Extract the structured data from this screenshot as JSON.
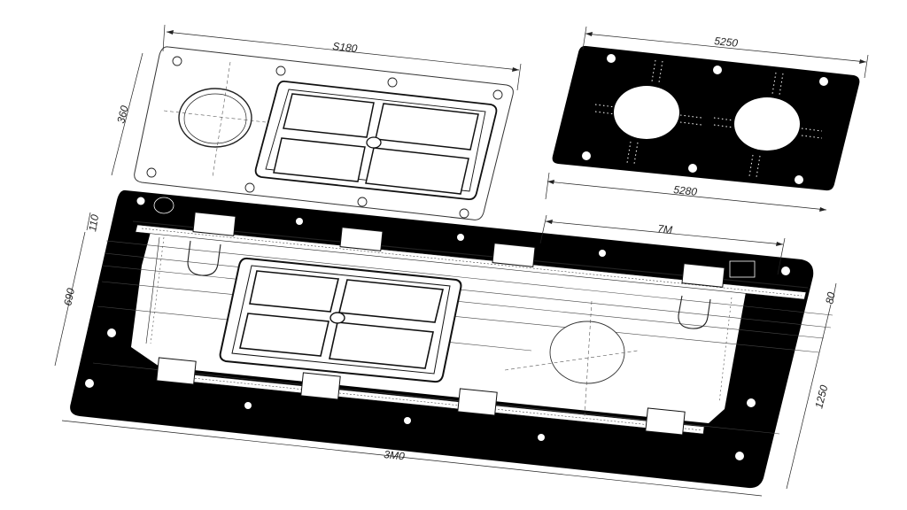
{
  "drawing": {
    "type": "exploded technical drawing of rectangular plate assembly",
    "colors": {
      "background": "#ffffff",
      "ink": "#111111",
      "plate_fill": "#000000",
      "light_plate": "#ffffff"
    }
  },
  "dimensions": {
    "top_plate_width": "S180",
    "top_plate_height": "360",
    "black_plate_top_width": "5250",
    "black_plate_bottom_width": "5280",
    "base_segment_width": "7M",
    "base_top_offset": "110",
    "base_inner_height": "690",
    "base_right_offset": "80",
    "base_right_height": "1250",
    "base_total_width": "3M0"
  },
  "parts": [
    {
      "name": "top-cover-plate",
      "features": [
        "round opening",
        "4-cell window frame",
        "mounting holes"
      ]
    },
    {
      "name": "black-mounting-plate",
      "features": [
        "2 round openings",
        "6 mounting holes",
        "perforation patterns"
      ]
    },
    {
      "name": "base-frame",
      "features": [
        "4-cell window frame",
        "round opening",
        "8 hinge clips",
        "2 U-shaped slots",
        "serrated rails"
      ]
    }
  ]
}
